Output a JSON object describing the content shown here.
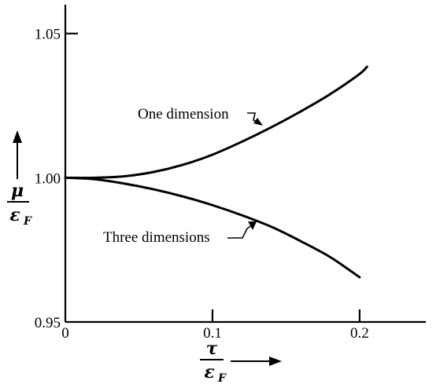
{
  "chart_data": {
    "type": "line",
    "x_tick_labels": [
      "0",
      "0.1",
      "0.2"
    ],
    "x_ticks": [
      0,
      0.1,
      0.2
    ],
    "y_tick_labels": [
      "0.95",
      "1.00",
      "1.05"
    ],
    "y_ticks": [
      0.95,
      1.0,
      1.05
    ],
    "xlim": [
      0,
      0.245
    ],
    "ylim": [
      0.95,
      1.06
    ],
    "xlabel": {
      "numerator": "τ",
      "denominator": "ε",
      "subscript": "F"
    },
    "ylabel": {
      "numerator": "μ",
      "denominator": "ε",
      "subscript": "F"
    },
    "grid": false,
    "series": [
      {
        "name": "One dimension",
        "x": [
          0,
          0.02,
          0.04,
          0.06,
          0.08,
          0.1,
          0.12,
          0.14,
          0.16,
          0.18,
          0.2,
          0.205
        ],
        "y": [
          1.0,
          1.0,
          1.0005,
          1.002,
          1.0045,
          1.008,
          1.0125,
          1.0175,
          1.023,
          1.029,
          1.036,
          1.0385
        ]
      },
      {
        "name": "Three dimensions",
        "x": [
          0,
          0.02,
          0.04,
          0.06,
          0.08,
          0.1,
          0.12,
          0.14,
          0.16,
          0.18,
          0.2
        ],
        "y": [
          1.0,
          0.9995,
          0.998,
          0.996,
          0.9935,
          0.9905,
          0.987,
          0.983,
          0.978,
          0.9725,
          0.9655
        ]
      }
    ]
  }
}
